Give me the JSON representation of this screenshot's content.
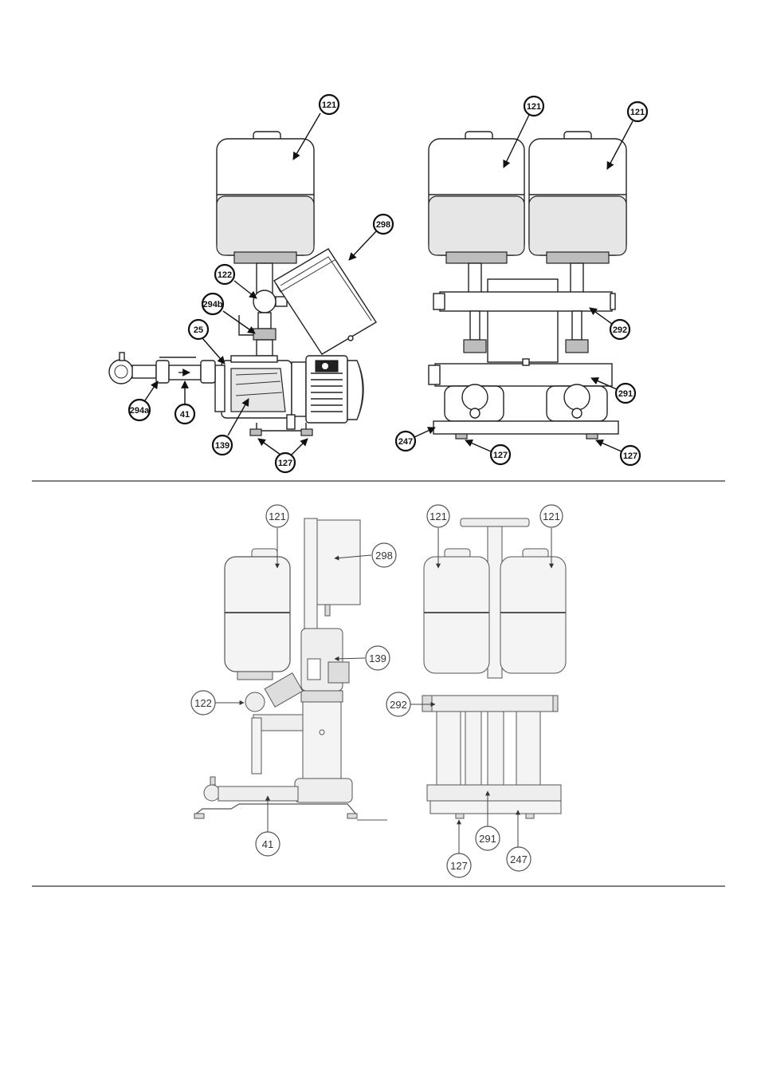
{
  "upper_callouts": {
    "left_tank": "121",
    "right_tank_a": "121",
    "right_tank_b": "121",
    "control_box": "298",
    "tee_fitting": "122",
    "valve_294b": "294b",
    "fitting_25": "25",
    "ball_valve": "294a",
    "check_valve": "41",
    "pump": "139",
    "feet_left": "127",
    "base_frame": "247",
    "feet_mid": "127",
    "feet_right": "127",
    "discharge_manifold": "292",
    "suction_manifold": "291"
  },
  "lower_callouts": {
    "left_tank": "121",
    "control_box": "298",
    "pump": "139",
    "tee_fitting": "122",
    "check_valve": "41",
    "right_tank_a": "121",
    "right_tank_b": "121",
    "discharge_manifold": "292",
    "suction_manifold": "291",
    "feet": "127",
    "base_frame": "247"
  }
}
